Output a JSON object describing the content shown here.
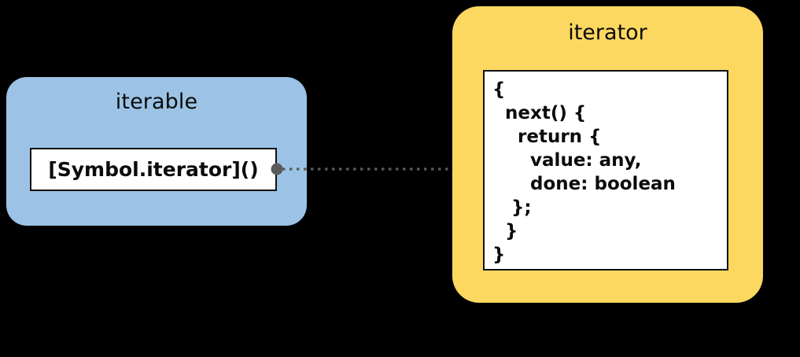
{
  "diagram": {
    "background_color": "#000000",
    "panels": [
      {
        "id": "iterable",
        "title": "iterable",
        "fill_color": "#9CC3E5",
        "member": {
          "label": "[Symbol.iterator]()",
          "fill_color": "#FFFFFF",
          "border_color": "#111111"
        }
      },
      {
        "id": "iterator",
        "title": "iterator",
        "fill_color": "#FCD861",
        "code_box": {
          "fill_color": "#FFFFFF",
          "border_color": "#111111",
          "lines": [
            "{",
            "  next() {",
            "    return {",
            "      value: any,",
            "      done: boolean",
            "   };",
            "  }",
            "}"
          ]
        }
      }
    ],
    "connector": {
      "from": "iterable.[Symbol.iterator]()",
      "to": "iterator",
      "style": "dotted",
      "color": "#5A5A5A",
      "start_marker": "filled-circle",
      "end_marker": "filled-arrowhead"
    }
  }
}
